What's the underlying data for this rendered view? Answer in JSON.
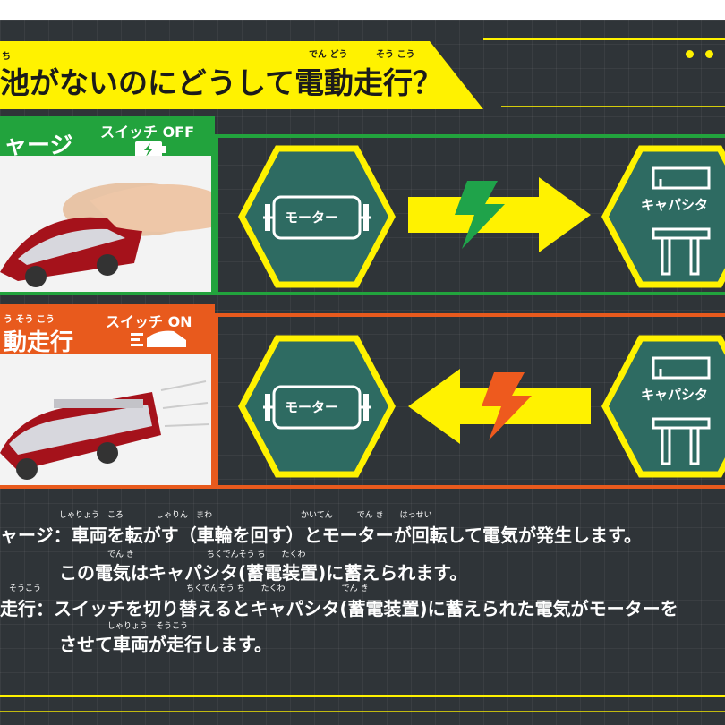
{
  "title": {
    "text": "池がないのにどうして電動走行？",
    "ruby_chi": "ち",
    "ruby_dendou": "でん どう",
    "ruby_soukou": "そう こう"
  },
  "charge_row": {
    "label": "ャージ",
    "switch_label": "スイッチ OFF",
    "motor_label": "モーター",
    "capacitor_label": "キャパシタ",
    "arrow_direction": "right",
    "accent_color": "#22a33d",
    "bolt_color": "#1fa34a"
  },
  "drive_row": {
    "label": "動走行",
    "label_ruby": "う そう こう",
    "switch_label": "スイッチ ON",
    "motor_label": "モーター",
    "capacitor_label": "キャパシタ",
    "arrow_direction": "left",
    "accent_color": "#e85a1d",
    "bolt_color": "#ee5a1e"
  },
  "description": {
    "line1": "ャージ：車両を転がす（車輪を回す）とモーターが回転して電気が発生します。",
    "line2": "この電気はキャパシタ(蓄電装置)に蓄えられます。",
    "line3": "走行：スイッチを切り替えるとキャパシタ(蓄電装置)に蓄えられた電気がモーターを",
    "line4": "させて車両が走行します。",
    "ruby1": "しゃりょう　ころ　　　　しゃりん　まわ　　　　　　　　　　　かいてん　　　でん き　　はっせい",
    "ruby2": "でん き　　　　　　　　　ちくでんそう ち　　たくわ",
    "ruby3": "そうこう　　　　　　　　　　　　　　　　　　ちくでんそう ち　　たくわ　　　　　　　でん き",
    "ruby4": "しゃりょう　そうこう"
  },
  "colors": {
    "accent_yellow": "#fff200",
    "board": "#2f3438",
    "hex_fill": "#2e6b62"
  }
}
